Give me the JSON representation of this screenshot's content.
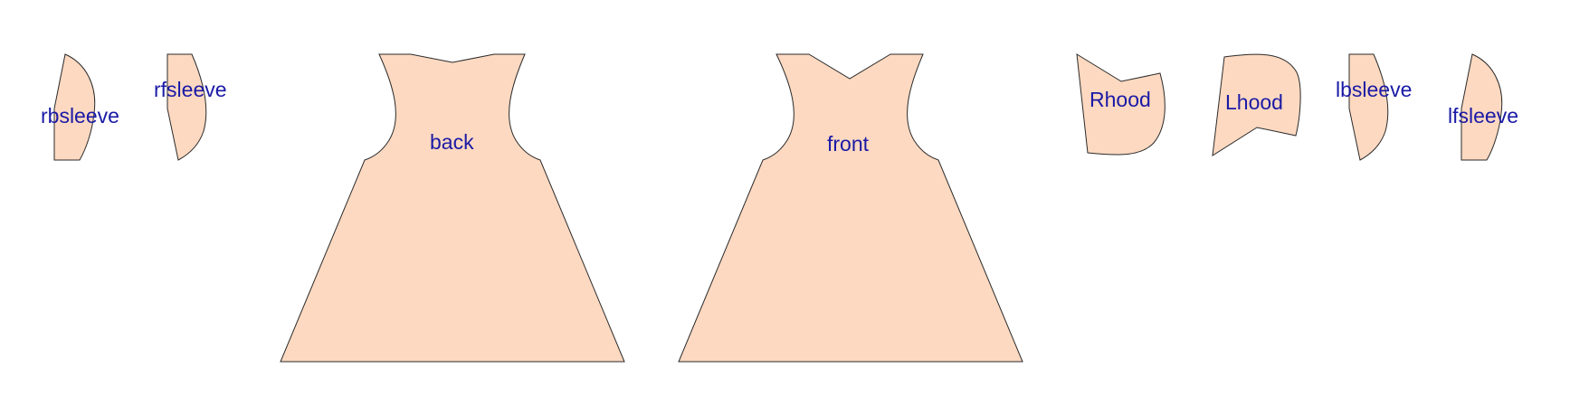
{
  "diagram": {
    "colors": {
      "fill": "#fdd9c1",
      "stroke": "#2a2a2a",
      "label": "#1a1aa6",
      "background": "#ffffff"
    },
    "pieces": [
      {
        "id": "rbsleeve",
        "label": "rbsleeve"
      },
      {
        "id": "rfsleeve",
        "label": "rfsleeve"
      },
      {
        "id": "back",
        "label": "back"
      },
      {
        "id": "front",
        "label": "front"
      },
      {
        "id": "rhood",
        "label": "Rhood"
      },
      {
        "id": "lhood",
        "label": "Lhood"
      },
      {
        "id": "lbsleeve",
        "label": "lbsleeve"
      },
      {
        "id": "lfsleeve",
        "label": "lfsleeve"
      }
    ]
  }
}
